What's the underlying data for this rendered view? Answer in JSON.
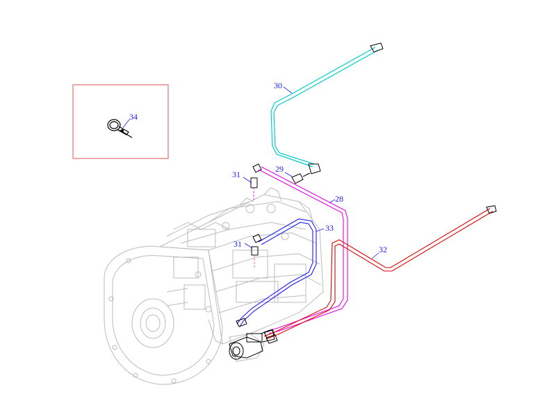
{
  "parts": [
    {
      "id": "28",
      "label": "28",
      "color": "#e600e6"
    },
    {
      "id": "29",
      "label": "29",
      "color": "#1a1aff"
    },
    {
      "id": "30",
      "label": "30",
      "color": "#00cccc"
    },
    {
      "id": "31a",
      "label": "31",
      "color": "#1a1aff"
    },
    {
      "id": "31b",
      "label": "31",
      "color": "#1a1aff"
    },
    {
      "id": "32",
      "label": "32",
      "color": "#e00000"
    },
    {
      "id": "33",
      "label": "33",
      "color": "#1a1aff"
    },
    {
      "id": "34",
      "label": "34",
      "color": "#1a1aff"
    }
  ],
  "colors": {
    "outline": "#000000",
    "housing": "#bbbbbb",
    "detail_box": "#e05050",
    "callout_text": "#1a1aff"
  }
}
